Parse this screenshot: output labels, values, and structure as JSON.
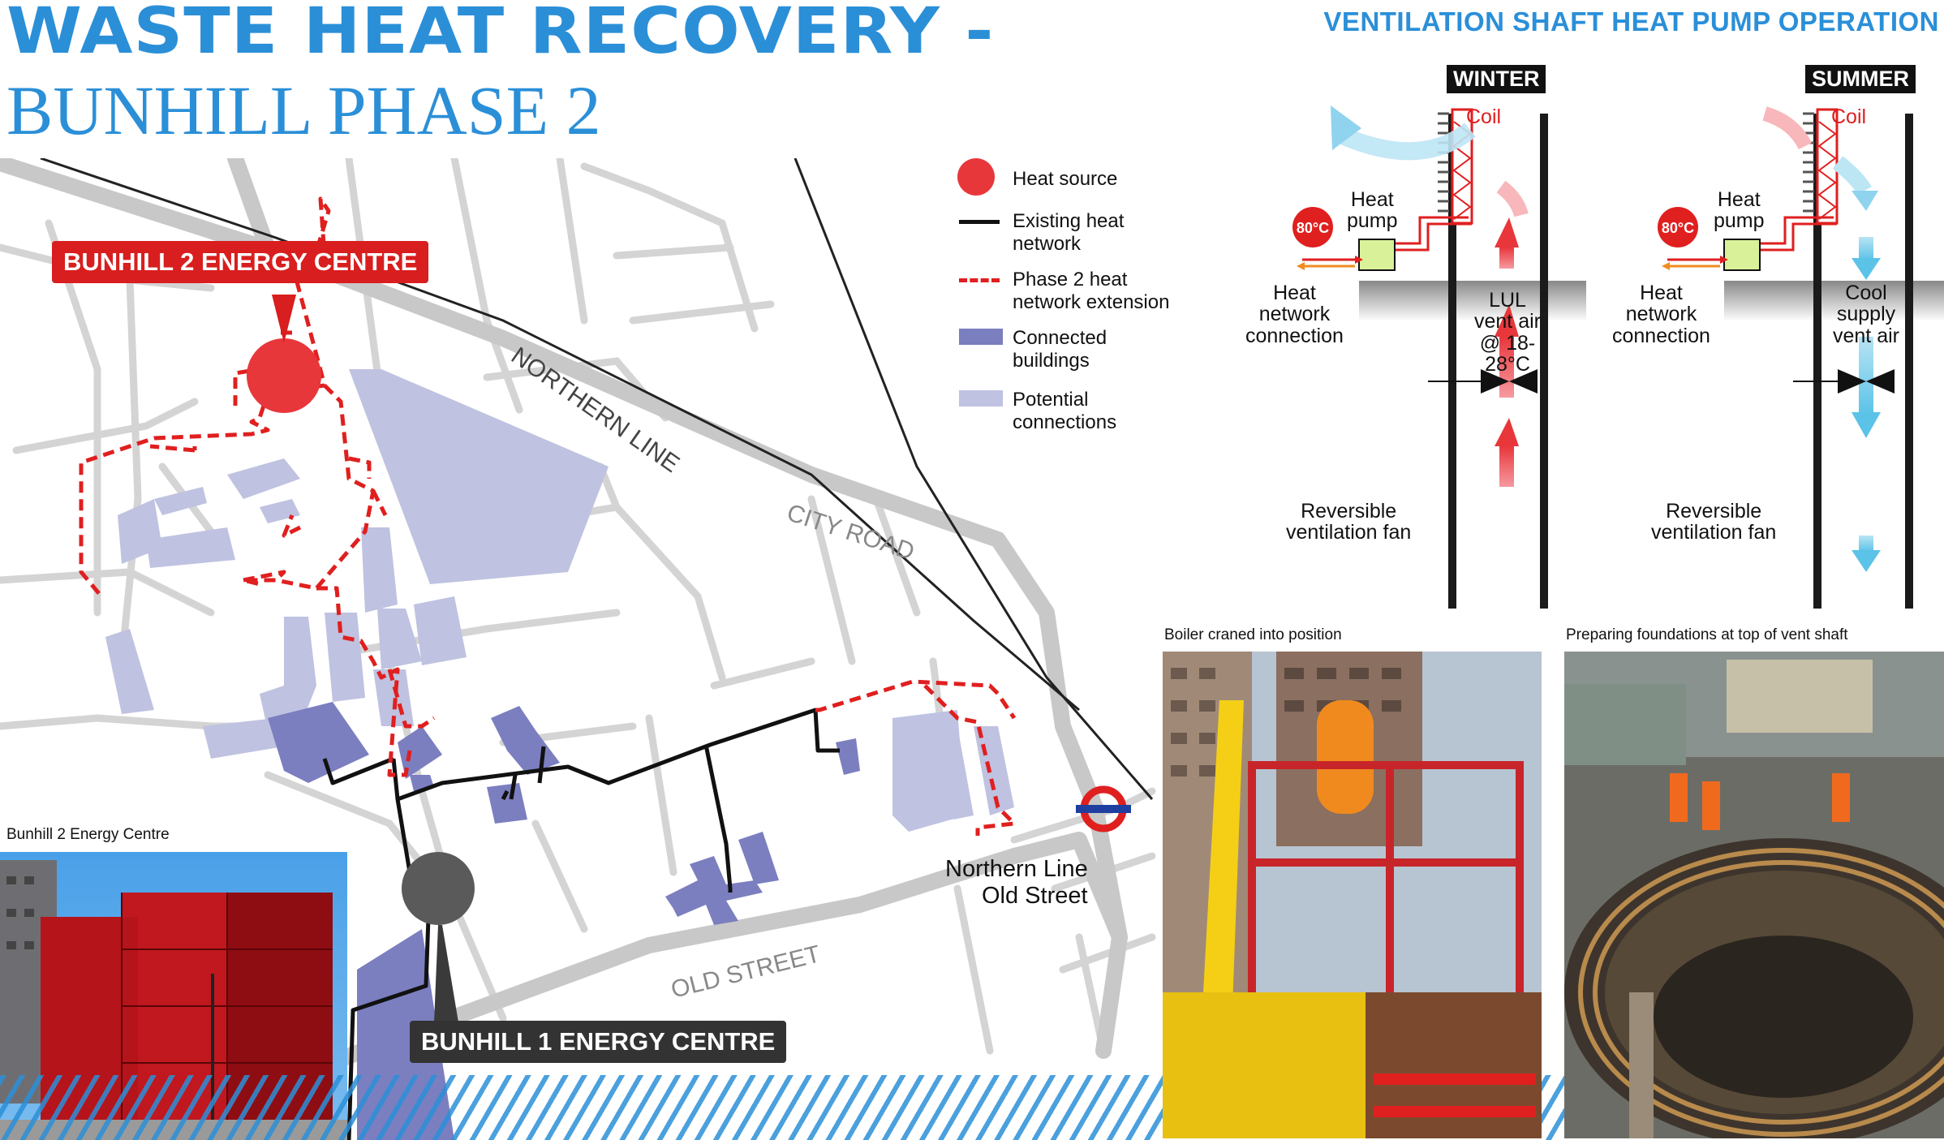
{
  "header": {
    "title_line1": "WASTE HEAT RECOVERY -",
    "title_line2": "BUNHILL PHASE 2",
    "ventilation_title": "VENTILATION SHAFT HEAT PUMP OPERATION"
  },
  "legend": {
    "items": [
      {
        "label": "Heat source"
      },
      {
        "label_line1": "Existing heat",
        "label_line2": "network"
      },
      {
        "label_line1": "Phase 2 heat",
        "label_line2": "network extension"
      },
      {
        "label_line1": "Connected",
        "label_line2": "buildings"
      },
      {
        "label_line1": "Potential",
        "label_line2": "connections"
      }
    ]
  },
  "map": {
    "bunhill2_label": "BUNHILL 2 ENERGY CENTRE",
    "bunhill1_label": "BUNHILL 1 ENERGY CENTRE",
    "northern_line": "NORTHERN LINE",
    "city_road": "CITY ROAD",
    "old_street": "OLD STREET",
    "station_line1": "Northern Line",
    "station_line2": "Old Street"
  },
  "diagram": {
    "winter": {
      "season": "WINTER",
      "coil": "Coil",
      "temp": "80°C",
      "heat_pump_line1": "Heat",
      "heat_pump_line2": "pump",
      "network_line1": "Heat",
      "network_line2": "network",
      "network_line3": "connection",
      "air_line1": "LUL",
      "air_line2": "vent air",
      "air_line3": "@ 18-",
      "air_line4": "28°C",
      "fan_line1": "Reversible",
      "fan_line2": "ventilation fan"
    },
    "summer": {
      "season": "SUMMER",
      "coil": "Coil",
      "temp": "80°C",
      "heat_pump_line1": "Heat",
      "heat_pump_line2": "pump",
      "network_line1": "Heat",
      "network_line2": "network",
      "network_line3": "connection",
      "air_line1": "Cool",
      "air_line2": "supply",
      "air_line3": "vent air",
      "fan_line1": "Reversible",
      "fan_line2": "ventilation fan"
    }
  },
  "photos": {
    "bunhill2_caption": "Bunhill 2 Energy Centre",
    "boiler_caption": "Boiler craned into position",
    "foundations_caption": "Preparing foundations at top of vent shaft"
  },
  "colors": {
    "blue": "#2b8fd8",
    "red": "#e01f1f",
    "building_connected": "#7b7fbf",
    "building_potential": "#bfc2e0",
    "road": "#cfcfcf"
  }
}
